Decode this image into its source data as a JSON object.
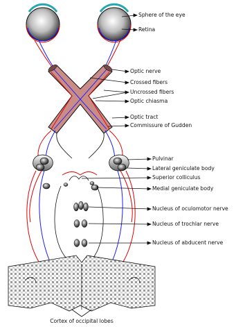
{
  "labels": {
    "sphere": "Sphere of the eye",
    "retina": "Retina",
    "optic_nerve": "Optic nerve",
    "crossed_fibers": "Crossed fibers",
    "uncrossed_fibers": "Uncrossed fibers",
    "optic_chiasma": "Optic chiasma",
    "optic_tract": "Optic tract",
    "commissure": "Commissure of Gudden",
    "pulvinar": "Pulvinar",
    "lateral_geniculate": "Lateral geniculate body",
    "superior_colliculus": "Superior colliculus",
    "medial_geniculate": "Medial geniculate body",
    "oculomotor": "Nucleus of oculomotor nerve",
    "trochlar": "Nucleus of trochlar nerve",
    "abducent": "Nucleus of abducent nerve",
    "cortex": "Cortex of occipital lobes"
  },
  "colors": {
    "crossed": "#1a1aff",
    "uncrossed": "#e00000",
    "nerve_fill": "#c98c86",
    "outline": "#111111"
  }
}
